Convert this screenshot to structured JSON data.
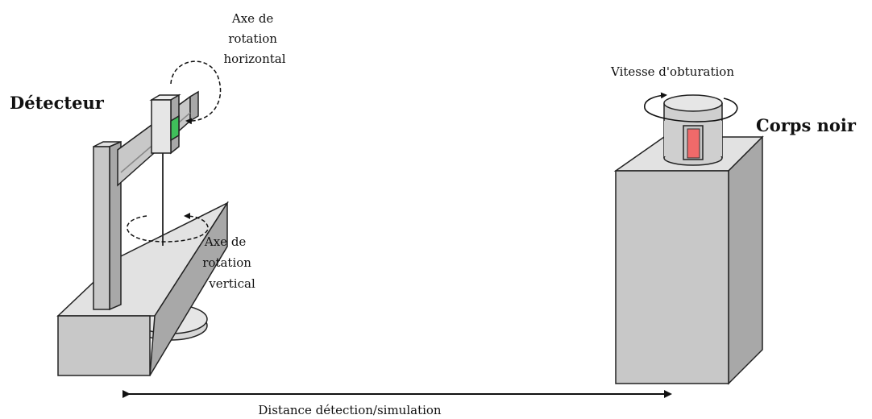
{
  "labels": {
    "detector": "Détecteur",
    "horizontal_axis": [
      "Axe de",
      "rotation",
      "horizontal"
    ],
    "vertical_axis": [
      "Axe de",
      "rotation",
      "vertical"
    ],
    "shutter_speed": "Vitesse d'obturation",
    "black_body": "Corps noir",
    "distance": "Distance détection/simulation"
  },
  "colors": {
    "equipment_gray": "#c8c8c8",
    "light_gray": "#e2e2e2",
    "shadow_gray": "#a8a8a8",
    "outline": "#222222",
    "sensor_green": "#3fbf5a",
    "aperture_red": "#f06a6a"
  }
}
